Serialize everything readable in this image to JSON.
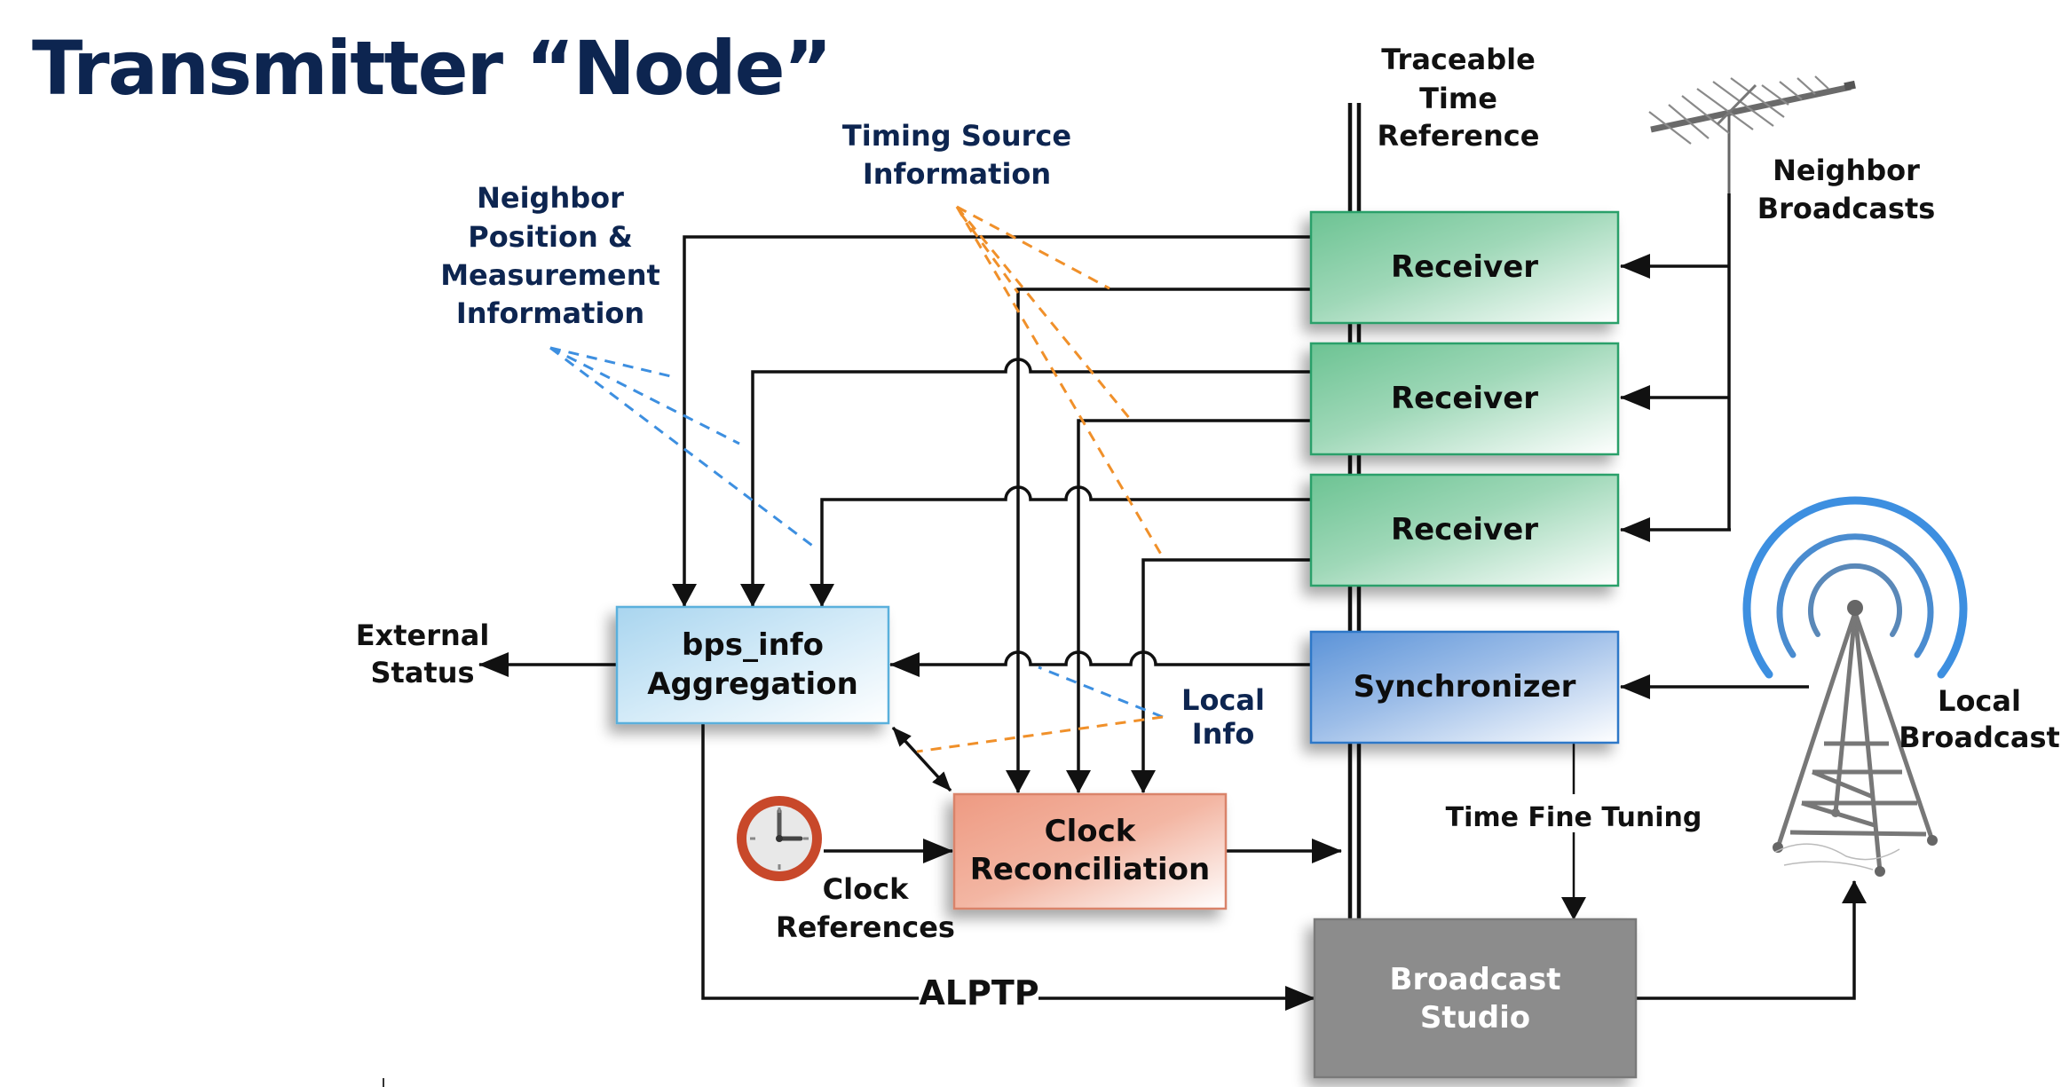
{
  "title": "Transmitter “Node”",
  "colors": {
    "title": "#0d2550",
    "receiver": "#7ccaa0",
    "receiver_border": "#2aa06a",
    "synchronizer": "#6a9ede",
    "synchronizer_border": "#2f78c8",
    "bps": "#b8def2",
    "bps_border": "#5ab0dc",
    "clock_recon": "#f0a08a",
    "clock_recon_border": "#d9836b",
    "studio": "#8c8c8c",
    "studio_border": "#7a7a7a",
    "timing_dash": "#f0902a",
    "neighbor_dash": "#3d8fe0",
    "clock_ring": "#c8482a",
    "signal_arcs": "#3d8fe0"
  },
  "labels": {
    "traceable": [
      "Traceable",
      "Time",
      "Reference"
    ],
    "neighbor_broadcasts": [
      "Neighbor",
      "Broadcasts"
    ],
    "timing_source": [
      "Timing Source",
      "Information"
    ],
    "neighbor_position": [
      "Neighbor",
      "Position &",
      "Measurement",
      "Information"
    ],
    "external_status": [
      "External",
      "Status"
    ],
    "local_info": [
      "Local",
      "Info"
    ],
    "local_broadcast": [
      "Local",
      "Broadcast"
    ],
    "time_fine_tuning": "Time Fine Tuning",
    "clock_references": [
      "Clock",
      "References"
    ],
    "alptp": "ALPTP"
  },
  "blocks": {
    "receivers": [
      {
        "label": "Receiver"
      },
      {
        "label": "Receiver"
      },
      {
        "label": "Receiver"
      }
    ],
    "synchronizer": [
      "Synchronizer"
    ],
    "bps_info": [
      "bps_info",
      "Aggregation"
    ],
    "clock_recon": [
      "Clock",
      "Reconciliation"
    ],
    "studio": [
      "Broadcast",
      "Studio"
    ]
  },
  "icons": {
    "antenna": "yagi-antenna-icon",
    "tower": "broadcast-tower-icon",
    "clock": "clock-icon"
  }
}
